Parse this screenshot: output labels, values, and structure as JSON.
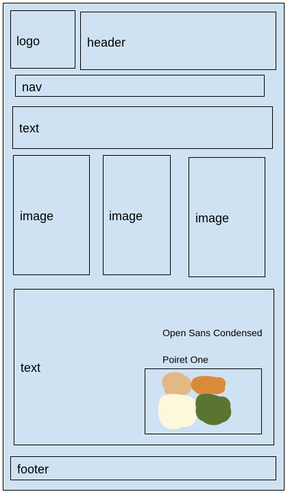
{
  "blocks": {
    "logo": "logo",
    "header": "header",
    "nav": "nav",
    "text_top": "text",
    "image_1": "image",
    "image_2": "image",
    "image_3": "image",
    "text_bottom": "text",
    "footer": "footer"
  },
  "fonts": {
    "primary": "Open Sans Condensed",
    "secondary": "Poiret One"
  },
  "palette": {
    "background": "#cfe2f3",
    "swatches": [
      "#e2b884",
      "#d98b3a",
      "#fdf7dc",
      "#5b7530"
    ]
  }
}
